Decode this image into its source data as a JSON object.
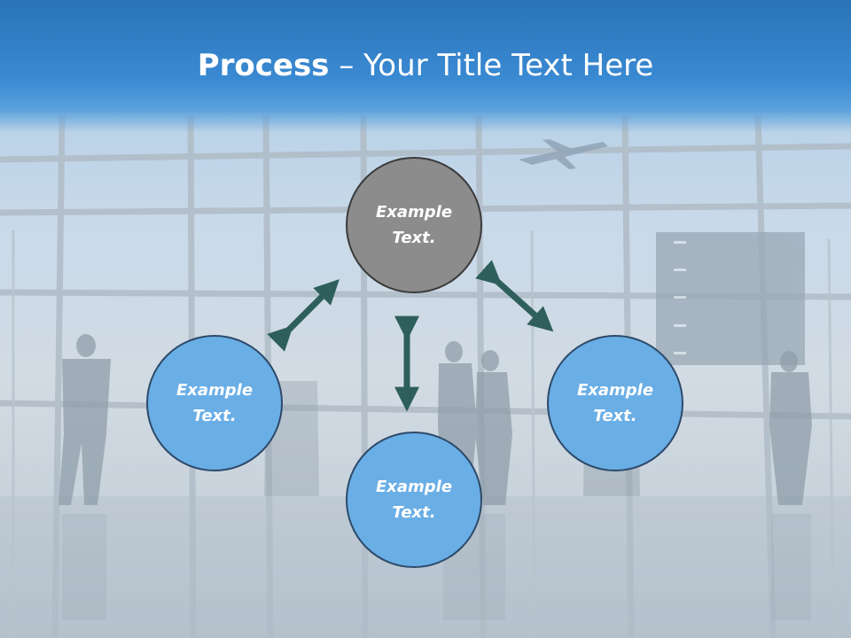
{
  "slide": {
    "title_bold": "Process",
    "title_rest": " – Your Title Text Here"
  },
  "diagram": {
    "nodes": [
      {
        "label_line1": "Example",
        "label_line2": "Text.",
        "style": "gray"
      },
      {
        "label_line1": "Example",
        "label_line2": "Text.",
        "style": "blue"
      },
      {
        "label_line1": "Example",
        "label_line2": "Text.",
        "style": "blue"
      },
      {
        "label_line1": "Example",
        "label_line2": "Text.",
        "style": "blue"
      }
    ],
    "colors": {
      "header": "#2a73b8",
      "circle_blue": "#6aaee6",
      "circle_gray": "#8c8c8c",
      "arrow": "#2f5f5c"
    }
  }
}
